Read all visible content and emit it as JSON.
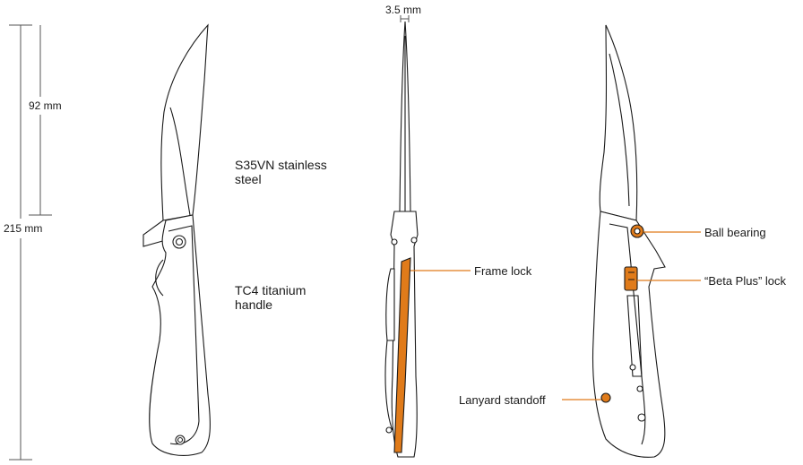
{
  "dimensions": {
    "blade_length": "92 mm",
    "overall_length": "215 mm",
    "blade_thickness": "3.5 mm"
  },
  "labels": {
    "blade_material_line1": "S35VN stainless",
    "blade_material_line2": "steel",
    "handle_material_line1": "TC4 titanium",
    "handle_material_line2": "handle",
    "frame_lock": "Frame lock",
    "ball_bearing": "Ball bearing",
    "beta_plus_lock": "“Beta Plus” lock",
    "lanyard_standoff": "Lanyard standoff"
  },
  "colors": {
    "accent_orange": "#e07b1a",
    "line": "#1a1a1a",
    "dimension_line": "#555555"
  }
}
